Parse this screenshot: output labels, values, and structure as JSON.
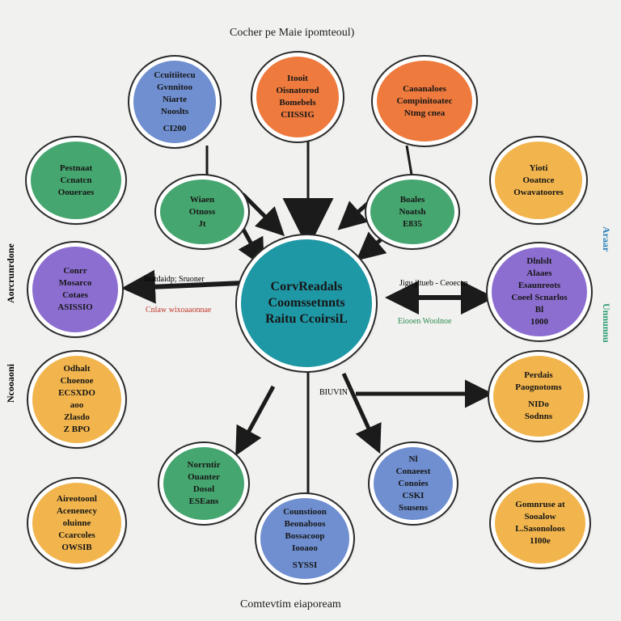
{
  "title": "Cocher pe Maie ipomteoul)",
  "footer": "Comtevtim eiapoream",
  "colors": {
    "blue": "#6f8fd0",
    "orange": "#ee7a3d",
    "green": "#46a66f",
    "yellow": "#f2b54d",
    "purple": "#8c6ed0",
    "teal": "#1f98a6"
  },
  "hub": {
    "lines": [
      "CorvReadals",
      "Coomssetnnts",
      "Raitu CcoirsiL"
    ]
  },
  "nodes": {
    "top_left": {
      "color": "blue",
      "lines": [
        "Ccuitiitecu",
        "Gvnnitoo",
        "Niarte",
        "Nooslts",
        "",
        "CI200"
      ]
    },
    "top_center": {
      "color": "orange",
      "lines": [
        "Itooit",
        "Oisnatorod",
        "Bomebels",
        "CIISSIG"
      ]
    },
    "top_right": {
      "color": "orange",
      "lines": [
        "Caoanaloes",
        "Compinitoatec",
        "Ntmg cnea"
      ]
    },
    "inner_left": {
      "color": "green",
      "lines": [
        "Wiaen",
        "Otnoss",
        "Jt"
      ]
    },
    "inner_right": {
      "color": "green",
      "lines": [
        "Boales",
        "Noatsh",
        "E835"
      ]
    },
    "left_top": {
      "color": "green",
      "lines": [
        "Pestnaat",
        "Ccnatcn",
        "Ooueraes"
      ]
    },
    "right_top": {
      "color": "yellow",
      "lines": [
        "Yioti",
        "Ooatnce",
        "Owavatoores"
      ]
    },
    "left_mid": {
      "color": "purple",
      "lines": [
        "Conrr",
        "Mosarco",
        "Cotaes",
        "ASISSIO"
      ]
    },
    "right_mid": {
      "color": "purple",
      "lines": [
        "Dlnlslt",
        "Alaaes",
        "Esaunreots",
        "Coeel Scnarlos",
        "Bl",
        "1000"
      ]
    },
    "left_lower": {
      "color": "yellow",
      "lines": [
        "Odhalt",
        "Choenoe",
        "ECSXDO",
        "aoo",
        "Zlasdo",
        "Z BPO"
      ]
    },
    "right_lower": {
      "color": "yellow",
      "lines": [
        "Perdais",
        "Paognotoms",
        "",
        "NIDo",
        "Sodnns"
      ]
    },
    "bottom_left_in": {
      "color": "green",
      "lines": [
        "Norrntir",
        "Ouanter",
        "Dosol",
        "ESEans"
      ]
    },
    "bottom_right_in": {
      "color": "blue",
      "lines": [
        "Nl",
        "Conaeest",
        "Conoies",
        "CSKI",
        "Ssusens"
      ]
    },
    "bottom_center": {
      "color": "blue",
      "lines": [
        "Counstioon",
        "Beonaboos",
        "Bossacoop",
        "Iooaoo",
        "",
        "SYSSI"
      ]
    },
    "bottom_left": {
      "color": "yellow",
      "lines": [
        "Aireotoonl",
        "Acenenecy",
        "oluinne",
        "Ccarcoles",
        "OWSIB"
      ]
    },
    "bottom_right": {
      "color": "yellow",
      "lines": [
        "Gomnruse at",
        "Sooalow",
        "L.Sasonoloos",
        "1I00e"
      ]
    }
  },
  "side_labels": {
    "left_upper": "Aorcrunrdone",
    "left_lower": "Ncooaoni",
    "right_upper": "Araar",
    "right_lower": "Unnunnu"
  },
  "annotations": {
    "left_arrow_top": "Inatdaidp; Sruoner",
    "left_arrow_bottom": "Cnlaw wixoaaonnae",
    "right_arrow_top": "Jigu jltueb - Ceoeccn",
    "right_arrow_bottom": "Eiooen Woolnoe",
    "lower_arrow": "BIUVIN"
  }
}
